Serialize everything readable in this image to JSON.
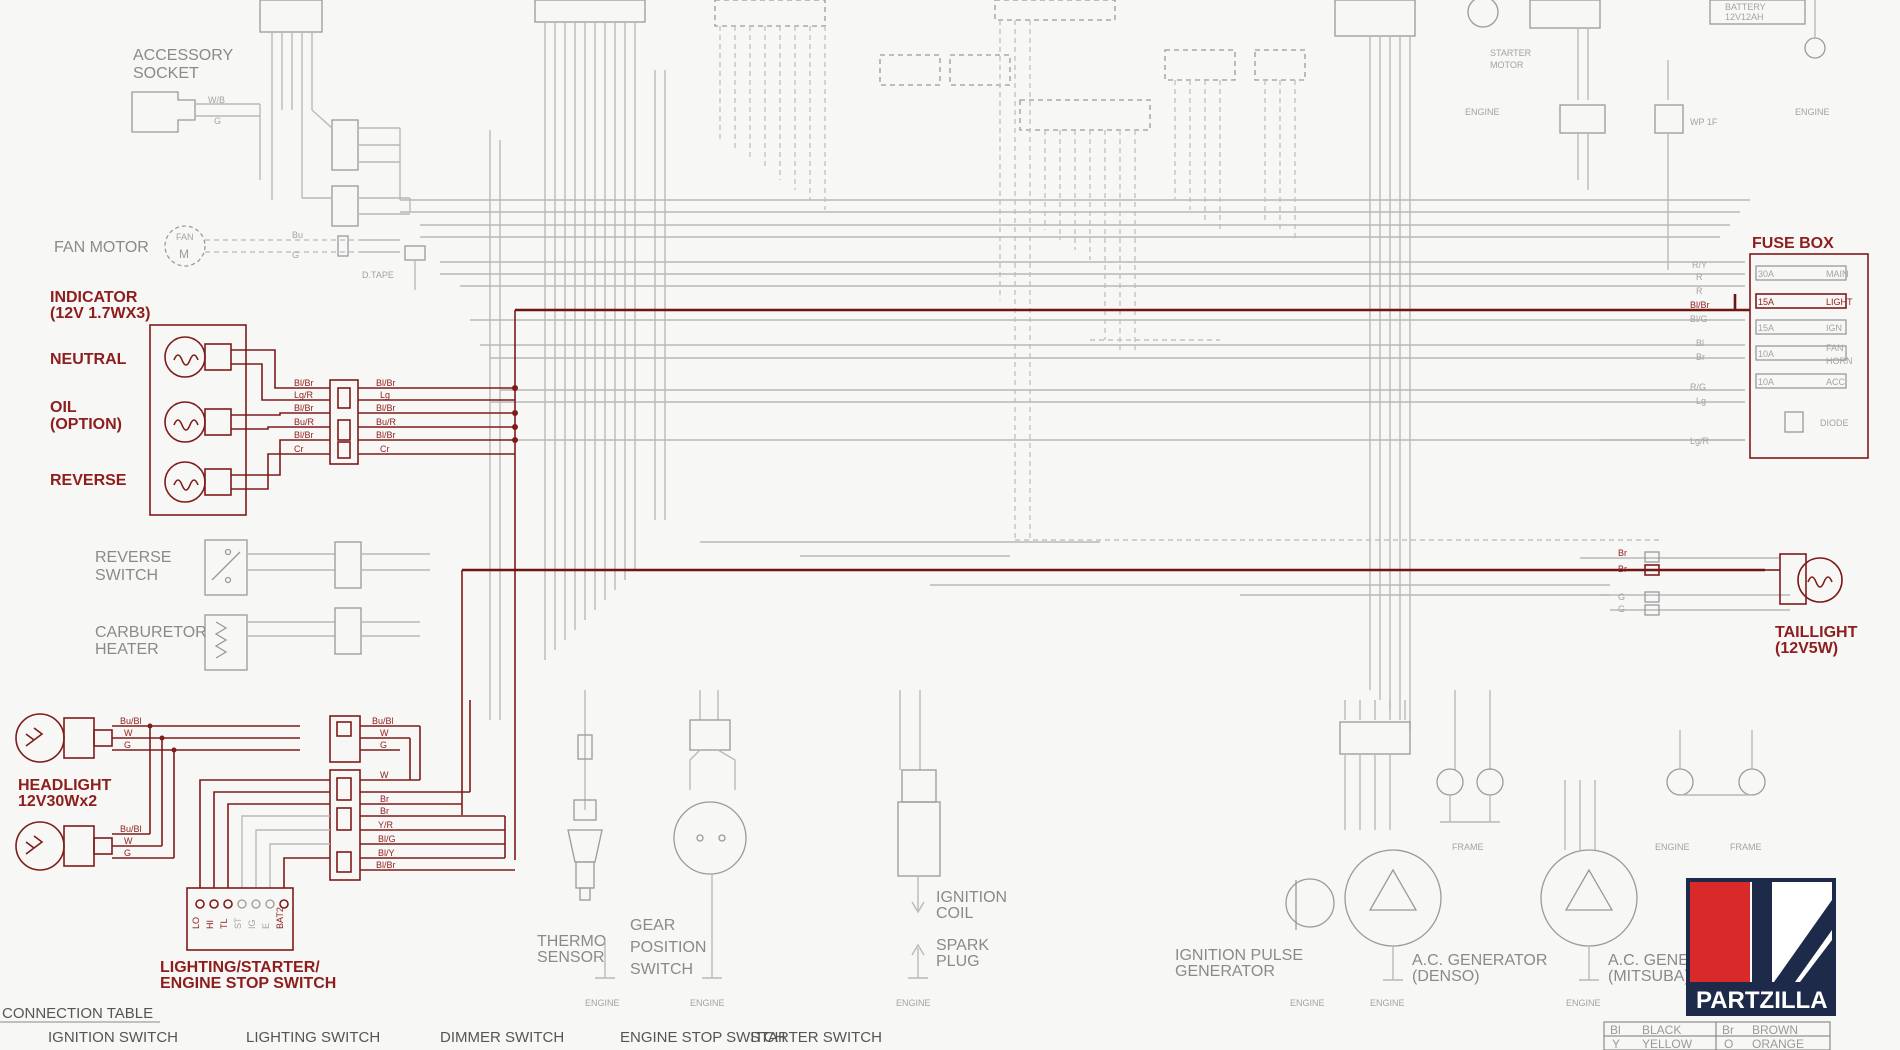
{
  "labels": {
    "accessory_socket": [
      "ACCESSORY",
      "SOCKET"
    ],
    "fan_motor": "FAN MOTOR",
    "fan": "FAN",
    "fan_m": "M",
    "d_tape": "D.TAPE",
    "indicator": [
      "INDICATOR",
      "(12V 1.7WX3)"
    ],
    "neutral": "NEUTRAL",
    "oil": [
      "OIL",
      "(OPTION)"
    ],
    "reverse": "REVERSE",
    "reverse_switch": [
      "REVERSE",
      "SWITCH"
    ],
    "carburetor_heater": [
      "CARBURETOR",
      "HEATER"
    ],
    "headlight": [
      "HEADLIGHT",
      "12V30Wx2"
    ],
    "lighting_switch": [
      "LIGHTING/STARTER/",
      "ENGINE STOP SWITCH"
    ],
    "thermo_sensor": [
      "THERMO",
      "SENSOR"
    ],
    "gear_position_switch": [
      "GEAR",
      "POSITION",
      "SWITCH"
    ],
    "ignition_coil": [
      "IGNITION",
      "COIL"
    ],
    "spark_plug": [
      "SPARK",
      "PLUG"
    ],
    "ignition_pulse_generator": [
      "IGNITION PULSE",
      "GENERATOR"
    ],
    "ac_generator_denso": [
      "A.C. GENERATOR",
      "(DENSO)"
    ],
    "ac_generator_mitsuba": [
      "A.C. GENERATOR",
      "(MITSUBA)"
    ],
    "starter_motor": [
      "STARTER",
      "MOTOR"
    ],
    "battery": [
      "BATTERY",
      "12V12AH"
    ],
    "fuse_box": "FUSE BOX",
    "taillight": [
      "TAILLIGHT",
      "(12V5W)"
    ],
    "engine": "ENGINE",
    "frame": "FRAME",
    "wp": "WP 1F"
  },
  "fuse_box_items": [
    {
      "amp": "30A",
      "name": "MAIN"
    },
    {
      "amp": "15A",
      "name": "LIGHT"
    },
    {
      "amp": "15A",
      "name": "IGN"
    },
    {
      "amp": "10A",
      "name": "FAN"
    },
    {
      "amp": "10A",
      "name": "HORN"
    },
    {
      "amp": "10A",
      "name": "ACC"
    },
    {
      "amp": "",
      "name": "DIODE"
    }
  ],
  "wire_codes": {
    "indicator_left": [
      "Bl/Br",
      "Lg/R",
      "Bl/Br",
      "Bu/R",
      "Bl/Br",
      "Cr"
    ],
    "indicator_right": [
      "Bl/Br",
      "Lg",
      "Bl/Br",
      "Bu/R",
      "Bl/Br",
      "Cr"
    ],
    "headlight_top": [
      "Bu/Bl",
      "W",
      "G"
    ],
    "headlight_bottom": [
      "Bu/Bl",
      "W",
      "G"
    ],
    "lighting_right": [
      "Bu/Bl",
      "W",
      "G",
      "W",
      "Br",
      "Br",
      "Y/R",
      "Bl/G",
      "Bl/Y",
      "Bl/Br"
    ],
    "fuse_left": [
      "R/Y",
      "R",
      "R",
      "Bl/Br",
      "Bl/G",
      "Bl",
      "Br",
      "R/G",
      "Lg",
      "Lg/R"
    ],
    "taillight": [
      "Br",
      "Br",
      "G",
      "G"
    ],
    "accessory": [
      "W/B",
      "G"
    ],
    "fan": [
      "Bu",
      "G"
    ],
    "lighting_switch_pins": [
      "LO",
      "HI",
      "TL",
      "ST",
      "IG",
      "E",
      "BAT2"
    ]
  },
  "connection_table": {
    "title": "CONNECTION TABLE",
    "headers": [
      "IGNITION SWITCH",
      "LIGHTING SWITCH",
      "DIMMER SWITCH",
      "ENGINE STOP SWITCH",
      "STARTER SWITCH"
    ]
  },
  "color_codes": [
    {
      "code": "Bl",
      "name": "BLACK"
    },
    {
      "code": "Br",
      "name": "BROWN"
    },
    {
      "code": "Y",
      "name": "YELLOW"
    },
    {
      "code": "O",
      "name": "ORANGE"
    }
  ],
  "logo": {
    "text": "PARTZILLA"
  },
  "colors": {
    "accent_red": "#8e1d1d",
    "gray_wire": "#b9b9b9",
    "logo_red": "#d9292b",
    "logo_dark": "#1e2a4a"
  }
}
